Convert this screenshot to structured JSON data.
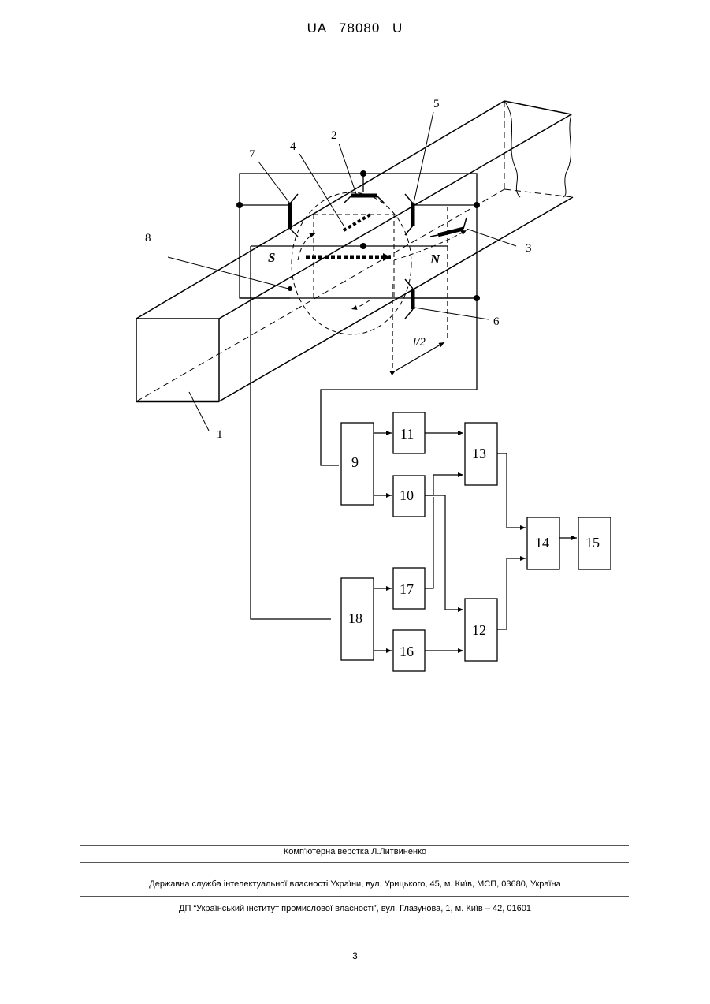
{
  "header": {
    "doc_id": "UA   78080   U"
  },
  "figure": {
    "part_labels": {
      "l1": "1",
      "l2": "2",
      "l3": "3",
      "l4": "4",
      "l5": "5",
      "l6": "6",
      "l7": "7",
      "l8": "8",
      "half_l": "l/2"
    },
    "poles": {
      "south": "S",
      "north": "N"
    },
    "blocks": {
      "b9": "9",
      "b10": "10",
      "b11": "11",
      "b12": "12",
      "b13": "13",
      "b14": "14",
      "b15": "15",
      "b16": "16",
      "b17": "17",
      "b18": "18"
    }
  },
  "footer": {
    "typesetting": "Комп'ютерна верстка Л.Литвиненко",
    "agency": "Державна служба інтелектуальної власності України, вул. Урицького, 45, м. Київ, МСП, 03680, Україна",
    "institute": "ДП “Український інститут промислової власності”, вул. Глазунова, 1, м. Київ – 42, 01601",
    "page_number": "3"
  }
}
